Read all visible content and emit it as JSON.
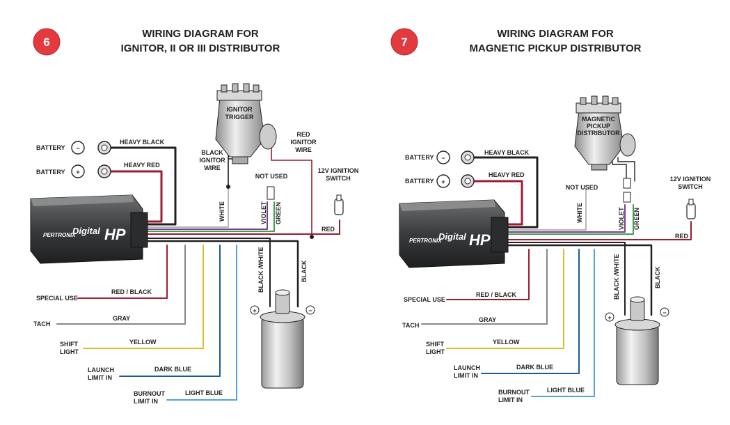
{
  "colors": {
    "badge": "#e23a3f",
    "wire_red": "#9e1b32",
    "wire_black": "#231f20",
    "wire_gray": "#7a7a7a",
    "wire_yellow": "#d6c32a",
    "wire_dark_blue": "#1b5d97",
    "wire_light_blue": "#4fa3d7",
    "wire_violet": "#7a3d8f",
    "wire_green": "#3fa34d"
  },
  "diagrams": [
    {
      "number": "6",
      "title_line1": "WIRING DIAGRAM FOR",
      "title_line2": "IGNITOR, II OR III DISTRIBUTOR",
      "distributor_label": [
        "IGNITOR",
        "TRIGGER"
      ],
      "battery_neg": "BATTERY",
      "battery_pos": "BATTERY",
      "neg_symbol": "−",
      "pos_symbol": "+",
      "heavy_black": "HEAVY BLACK",
      "heavy_red": "HEAVY RED",
      "black_ignitor_wire": [
        "BLACK",
        "IGNITOR",
        "WIRE"
      ],
      "red_ignitor_wire": [
        "RED",
        "IGNITOR",
        "WIRE"
      ],
      "white": "WHITE",
      "not_used": "NOT USED",
      "violet": "VIOLET",
      "green": "GREEN",
      "ignition_switch": [
        "12V IGNITION",
        "SWITCH"
      ],
      "red": "RED",
      "black_white": "BLACK /WHITE",
      "black": "BLACK",
      "special_use": "SPECIAL USE",
      "red_black": "RED / BLACK",
      "tach": "TACH",
      "gray": "GRAY",
      "shift_light": [
        "SHIFT",
        "LIGHT"
      ],
      "yellow": "YELLOW",
      "launch_limit": [
        "LAUNCH",
        "LIMIT  IN"
      ],
      "dark_blue": "DARK BLUE",
      "burnout_limit": [
        "BURNOUT",
        "LIMIT  IN"
      ],
      "light_blue": "LIGHT BLUE",
      "coil_pos": "+",
      "coil_neg": "−",
      "brand_small": "PERTRONIX",
      "brand_big": "Digital",
      "brand_hp": "HP"
    },
    {
      "number": "7",
      "title_line1": "WIRING DIAGRAM FOR",
      "title_line2": "MAGNETIC PICKUP DISTRIBUTOR",
      "distributor_label": [
        "MAGNETIC",
        "PICKUP",
        "DISTRIBUTOR"
      ],
      "battery_neg": "BATTERY",
      "battery_pos": "BATTERY",
      "neg_symbol": "−",
      "pos_symbol": "+",
      "heavy_black": "HEAVY BLACK",
      "heavy_red": "HEAVY RED",
      "white": "WHITE",
      "not_used": "NOT USED",
      "violet": "VIOLET",
      "green": "GREEN",
      "ignition_switch": [
        "12V IGNITION",
        "SWITCH"
      ],
      "red": "RED",
      "black_white": "BLACK /WHITE",
      "black": "BLACK",
      "special_use": "SPECIAL USE",
      "red_black": "RED / BLACK",
      "tach": "TACH",
      "gray": "GRAY",
      "shift_light": [
        "SHIFT",
        "LIGHT"
      ],
      "yellow": "YELLOW",
      "launch_limit": [
        "LAUNCH",
        "LIMIT  IN"
      ],
      "dark_blue": "DARK BLUE",
      "burnout_limit": [
        "BURNOUT",
        "LIMIT  IN"
      ],
      "light_blue": "LIGHT BLUE",
      "coil_pos": "+",
      "coil_neg": "−",
      "brand_small": "PERTRONIX",
      "brand_big": "Digital",
      "brand_hp": "HP"
    }
  ]
}
